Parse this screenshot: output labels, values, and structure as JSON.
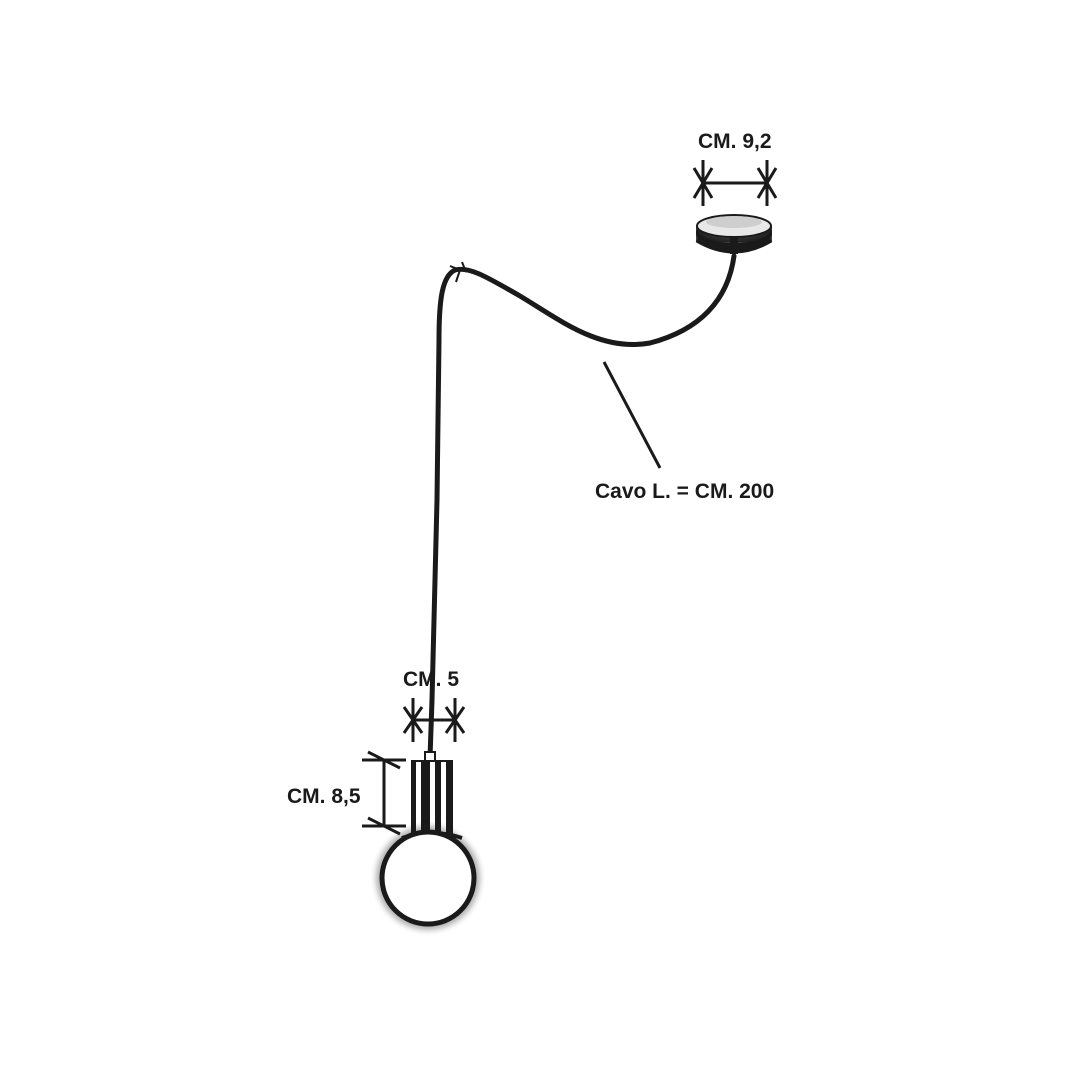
{
  "labels": {
    "canopy_diameter": "CM. 9,2",
    "cable_length": "Cavo L. = CM. 200",
    "socket_diameter": "CM. 5",
    "socket_height": "CM. 8,5"
  },
  "colors": {
    "line": "#1a1a1a",
    "background": "#ffffff",
    "canopy_fill": "#d9d9d9"
  }
}
